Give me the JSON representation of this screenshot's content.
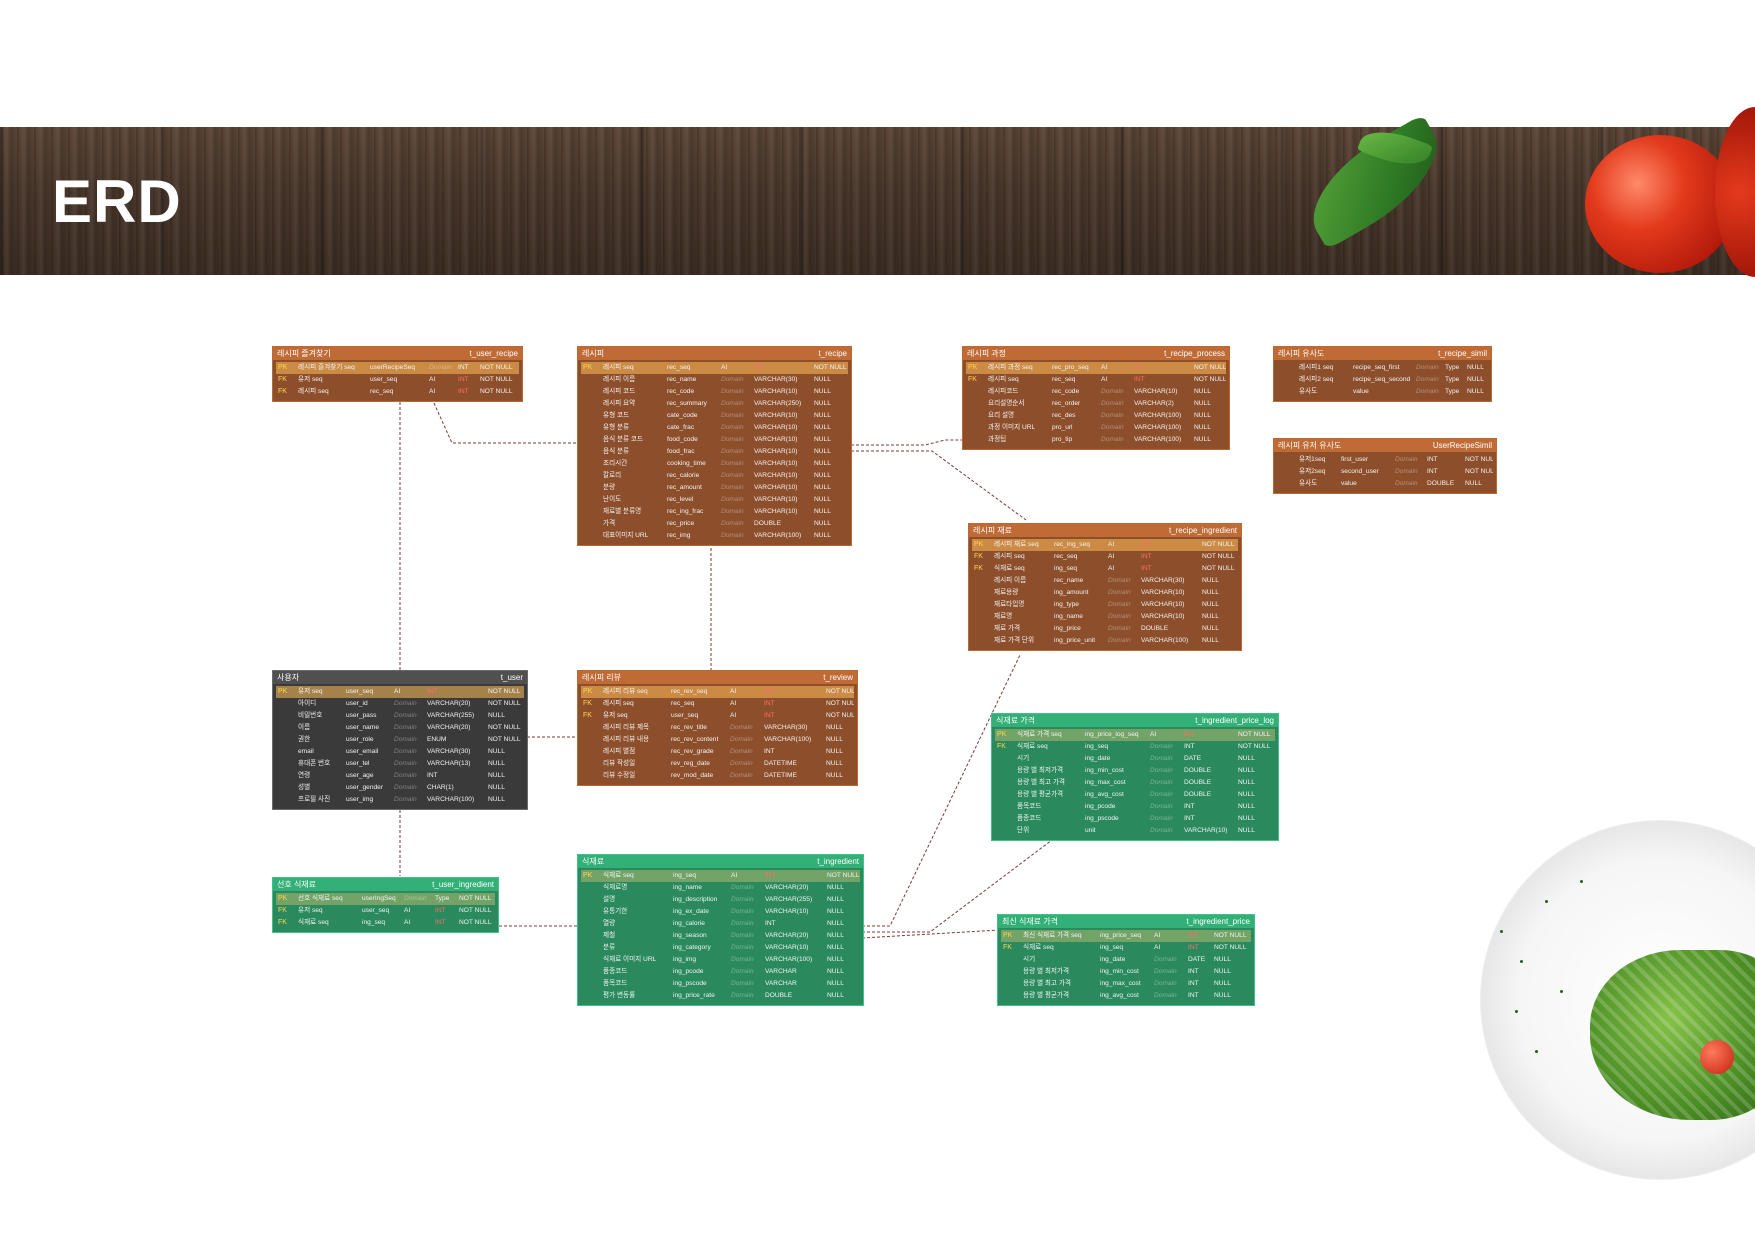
{
  "title": "ERD",
  "tables": {
    "user_recipe": {
      "label": "레시피 즐겨찾기",
      "name": "t_user_recipe",
      "rows": [
        [
          "PK",
          "레시피 즐겨찾기 seq",
          "userRecipeSeq",
          "Domain",
          "INT",
          "NOT NULL"
        ],
        [
          "FK",
          "유저 seq",
          "user_seq",
          "AI",
          "INT",
          "NOT NULL"
        ],
        [
          "FK",
          "레시피 seq",
          "rec_seq",
          "AI",
          "INT",
          "NOT NULL"
        ]
      ]
    },
    "recipe": {
      "label": "레시피",
      "name": "t_recipe",
      "rows": [
        [
          "PK",
          "레시피 seq",
          "rec_seq",
          "AI",
          "INT",
          "NOT NULL"
        ],
        [
          "",
          "레시피 이름",
          "rec_name",
          "Domain",
          "VARCHAR(30)",
          "NULL"
        ],
        [
          "",
          "레시피 코드",
          "rec_code",
          "Domain",
          "VARCHAR(10)",
          "NULL"
        ],
        [
          "",
          "레시피 요약",
          "rec_summary",
          "Domain",
          "VARCHAR(250)",
          "NULL"
        ],
        [
          "",
          "유형 코드",
          "cate_code",
          "Domain",
          "VARCHAR(10)",
          "NULL"
        ],
        [
          "",
          "유형 분류",
          "cate_frac",
          "Domain",
          "VARCHAR(10)",
          "NULL"
        ],
        [
          "",
          "음식 분류 코드",
          "food_code",
          "Domain",
          "VARCHAR(10)",
          "NULL"
        ],
        [
          "",
          "음식 분류",
          "food_frac",
          "Domain",
          "VARCHAR(10)",
          "NULL"
        ],
        [
          "",
          "조리시간",
          "cooking_time",
          "Domain",
          "VARCHAR(10)",
          "NULL"
        ],
        [
          "",
          "칼로리",
          "rec_calorie",
          "Domain",
          "VARCHAR(10)",
          "NULL"
        ],
        [
          "",
          "분량",
          "rec_amount",
          "Domain",
          "VARCHAR(10)",
          "NULL"
        ],
        [
          "",
          "난이도",
          "rec_level",
          "Domain",
          "VARCHAR(10)",
          "NULL"
        ],
        [
          "",
          "재료별 분류명",
          "rec_ing_frac",
          "Domain",
          "VARCHAR(10)",
          "NULL"
        ],
        [
          "",
          "가격",
          "rec_price",
          "Domain",
          "DOUBLE",
          "NULL"
        ],
        [
          "",
          "대표이미지 URL",
          "rec_img",
          "Domain",
          "VARCHAR(100)",
          "NULL"
        ]
      ]
    },
    "recipe_process": {
      "label": "레시피 과정",
      "name": "t_recipe_process",
      "rows": [
        [
          "PK",
          "레시피 과정 seq",
          "rec_pro_seq",
          "AI",
          "INT",
          "NOT NULL"
        ],
        [
          "FK",
          "레시피 seq",
          "rec_seq",
          "AI",
          "INT",
          "NOT NULL"
        ],
        [
          "",
          "레시피코드",
          "rec_code",
          "Domain",
          "VARCHAR(10)",
          "NULL"
        ],
        [
          "",
          "요리설명순서",
          "rec_order",
          "Domain",
          "VARCHAR(2)",
          "NULL"
        ],
        [
          "",
          "요리 설명",
          "rec_des",
          "Domain",
          "VARCHAR(100)",
          "NULL"
        ],
        [
          "",
          "과정 이미지 URL",
          "pro_url",
          "Domain",
          "VARCHAR(100)",
          "NULL"
        ],
        [
          "",
          "과정팁",
          "pro_tip",
          "Domain",
          "VARCHAR(100)",
          "NULL"
        ]
      ]
    },
    "recipe_simil": {
      "label": "레시피 유사도",
      "name": "t_recipe_simil",
      "rows": [
        [
          "",
          "레시피1 seq",
          "recipe_seq_first",
          "Domain",
          "Type",
          "NULL"
        ],
        [
          "",
          "레시피2 seq",
          "recipe_seq_second",
          "Domain",
          "Type",
          "NULL"
        ],
        [
          "",
          "유사도",
          "value",
          "Domain",
          "Type",
          "NULL"
        ]
      ]
    },
    "user_recipe_simil": {
      "label": "레시피 유저 유사도",
      "name": "UserRecipeSimil",
      "rows": [
        [
          "",
          "유저1seq",
          "first_user",
          "Domain",
          "INT",
          "NOT NULL"
        ],
        [
          "",
          "유저2seq",
          "second_user",
          "Domain",
          "INT",
          "NOT NULL"
        ],
        [
          "",
          "유사도",
          "value",
          "Domain",
          "DOUBLE",
          "NULL"
        ]
      ]
    },
    "recipe_ingredient": {
      "label": "레시피 재료",
      "name": "t_recipe_ingredient",
      "rows": [
        [
          "PK",
          "레시피 재료 seq",
          "rec_ing_seq",
          "AI",
          "INT",
          "NOT NULL"
        ],
        [
          "FK",
          "레시피 seq",
          "rec_seq",
          "AI",
          "INT",
          "NOT NULL"
        ],
        [
          "FK",
          "식재료 seq",
          "ing_seq",
          "AI",
          "INT",
          "NOT NULL"
        ],
        [
          "",
          "레시피 이름",
          "rec_name",
          "Domain",
          "VARCHAR(30)",
          "NULL"
        ],
        [
          "",
          "재료용량",
          "ing_amount",
          "Domain",
          "VARCHAR(10)",
          "NULL"
        ],
        [
          "",
          "재료타입명",
          "ing_type",
          "Domain",
          "VARCHAR(10)",
          "NULL"
        ],
        [
          "",
          "재료명",
          "ing_name",
          "Domain",
          "VARCHAR(10)",
          "NULL"
        ],
        [
          "",
          "재료 가격",
          "ing_price",
          "Domain",
          "DOUBLE",
          "NULL"
        ],
        [
          "",
          "재료 가격 단위",
          "ing_price_unit",
          "Domain",
          "VARCHAR(100)",
          "NULL"
        ]
      ]
    },
    "user": {
      "label": "사용자",
      "name": "t_user",
      "rows": [
        [
          "PK",
          "유저 seq",
          "user_seq",
          "AI",
          "INT",
          "NOT NULL"
        ],
        [
          "",
          "아이디",
          "user_id",
          "Domain",
          "VARCHAR(20)",
          "NOT NULL"
        ],
        [
          "",
          "비밀번호",
          "user_pass",
          "Domain",
          "VARCHAR(255)",
          "NULL"
        ],
        [
          "",
          "이름",
          "user_name",
          "Domain",
          "VARCHAR(20)",
          "NOT NULL"
        ],
        [
          "",
          "권한",
          "user_role",
          "Domain",
          "ENUM",
          "NOT NULL"
        ],
        [
          "",
          "email",
          "user_email",
          "Domain",
          "VARCHAR(30)",
          "NULL"
        ],
        [
          "",
          "휴대폰 번호",
          "user_tel",
          "Domain",
          "VARCHAR(13)",
          "NULL"
        ],
        [
          "",
          "연령",
          "user_age",
          "Domain",
          "INT",
          "NULL"
        ],
        [
          "",
          "성별",
          "user_gender",
          "Domain",
          "CHAR(1)",
          "NULL"
        ],
        [
          "",
          "프로필 사진",
          "user_img",
          "Domain",
          "VARCHAR(100)",
          "NULL"
        ]
      ]
    },
    "review": {
      "label": "레시피 리뷰",
      "name": "t_review",
      "rows": [
        [
          "PK",
          "레시피 리뷰 seq",
          "rec_rev_seq",
          "AI",
          "INT",
          "NOT NULL"
        ],
        [
          "FK",
          "레시피 seq",
          "rec_seq",
          "AI",
          "INT",
          "NOT NULL"
        ],
        [
          "FK",
          "유저 seq",
          "user_seq",
          "AI",
          "INT",
          "NOT NULL"
        ],
        [
          "",
          "레시피 리뷰 제목",
          "rec_rev_title",
          "Domain",
          "VARCHAR(30)",
          "NULL"
        ],
        [
          "",
          "레시피 리뷰 내용",
          "rec_rev_content",
          "Domain",
          "VARCHAR(100)",
          "NULL"
        ],
        [
          "",
          "레시피 별점",
          "rec_rev_grade",
          "Domain",
          "INT",
          "NULL"
        ],
        [
          "",
          "리뷰 작성일",
          "rev_reg_date",
          "Domain",
          "DATETIME",
          "NULL"
        ],
        [
          "",
          "리뷰 수정일",
          "rev_mod_date",
          "Domain",
          "DATETIME",
          "NULL"
        ]
      ]
    },
    "ingredient_price_log": {
      "label": "식재료 가격",
      "name": "t_ingredient_price_log",
      "rows": [
        [
          "PK",
          "식재료 가격 seq",
          "ing_price_log_seq",
          "AI",
          "INT",
          "NOT NULL"
        ],
        [
          "FK",
          "식재료 seq",
          "ing_seq",
          "Domain",
          "INT",
          "NOT NULL"
        ],
        [
          "",
          "시기",
          "ing_date",
          "Domain",
          "DATE",
          "NULL"
        ],
        [
          "",
          "용량 별 최저가격",
          "ing_min_cost",
          "Domain",
          "DOUBLE",
          "NULL"
        ],
        [
          "",
          "용량 별 최고 가격",
          "ing_max_cost",
          "Domain",
          "DOUBLE",
          "NULL"
        ],
        [
          "",
          "용량 별 평균가격",
          "ing_avg_cost",
          "Domain",
          "DOUBLE",
          "NULL"
        ],
        [
          "",
          "품목코드",
          "ing_pcode",
          "Domain",
          "INT",
          "NULL"
        ],
        [
          "",
          "품종코드",
          "ing_pscode",
          "Domain",
          "INT",
          "NULL"
        ],
        [
          "",
          "단위",
          "unit",
          "Domain",
          "VARCHAR(10)",
          "NULL"
        ]
      ]
    },
    "user_ingredient": {
      "label": "선호 식재료",
      "name": "t_user_ingredient",
      "rows": [
        [
          "PK",
          "선호 식재료 seq",
          "userIngSeq",
          "Domain",
          "Type",
          "NOT NULL"
        ],
        [
          "FK",
          "유저 seq",
          "user_seq",
          "AI",
          "INT",
          "NOT NULL"
        ],
        [
          "FK",
          "식재료 seq",
          "ing_seq",
          "AI",
          "INT",
          "NOT NULL"
        ]
      ]
    },
    "ingredient": {
      "label": "식재료",
      "name": "t_ingredient",
      "rows": [
        [
          "PK",
          "식재료 seq",
          "ing_seq",
          "AI",
          "INT",
          "NOT NULL"
        ],
        [
          "",
          "식재료명",
          "ing_name",
          "Domain",
          "VARCHAR(20)",
          "NULL"
        ],
        [
          "",
          "설명",
          "ing_description",
          "Domain",
          "VARCHAR(255)",
          "NULL"
        ],
        [
          "",
          "유통기한",
          "ing_ex_date",
          "Domain",
          "VARCHAR(10)",
          "NULL"
        ],
        [
          "",
          "열량",
          "ing_calorie",
          "Domain",
          "INT",
          "NULL"
        ],
        [
          "",
          "제철",
          "ing_season",
          "Domain",
          "VARCHAR(20)",
          "NULL"
        ],
        [
          "",
          "분류",
          "ing_category",
          "Domain",
          "VARCHAR(10)",
          "NULL"
        ],
        [
          "",
          "식재료 이미지 URL",
          "ing_img",
          "Domain",
          "VARCHAR(100)",
          "NULL"
        ],
        [
          "",
          "품종코드",
          "ing_pcode",
          "Domain",
          "VARCHAR",
          "NULL"
        ],
        [
          "",
          "품목코드",
          "ing_pscode",
          "Domain",
          "VARCHAR",
          "NULL"
        ],
        [
          "",
          "평가 변동률",
          "ing_price_rate",
          "Domain",
          "DOUBLE",
          "NULL"
        ]
      ]
    },
    "ingredient_price": {
      "label": "최신 식재료 가격",
      "name": "t_ingredient_price",
      "rows": [
        [
          "PK",
          "최신 식재료 가격 seq",
          "ing_price_seq",
          "AI",
          "INT",
          "NOT NULL"
        ],
        [
          "FK",
          "식재료 seq",
          "ing_seq",
          "AI",
          "INT",
          "NOT NULL"
        ],
        [
          "",
          "시기",
          "ing_date",
          "Domain",
          "DATE",
          "NULL"
        ],
        [
          "",
          "용량 별 최저가격",
          "ing_min_cost",
          "Domain",
          "INT",
          "NULL"
        ],
        [
          "",
          "용량 별 최고 가격",
          "ing_max_cost",
          "Domain",
          "INT",
          "NULL"
        ],
        [
          "",
          "용량 별 평균가격",
          "ing_avg_cost",
          "Domain",
          "INT",
          "NULL"
        ]
      ]
    }
  }
}
